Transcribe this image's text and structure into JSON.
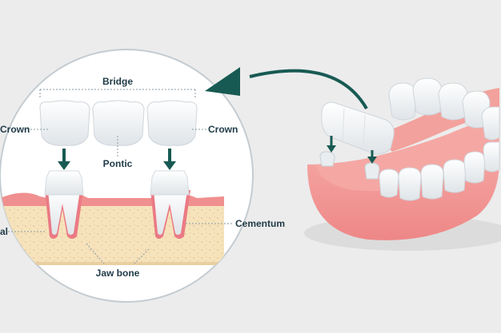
{
  "labels": {
    "bridge": "Bridge",
    "crown_left": "Crown",
    "crown_right": "Crown",
    "pontic": "Pontic",
    "canal": "al",
    "cementum": "Cementum",
    "jaw_bone": "Jaw bone"
  },
  "colors": {
    "background": "#ececec",
    "circle_fill": "#ffffff",
    "circle_stroke": "#bfc7cc",
    "arrow": "#175a53",
    "gum": "#f08f8f",
    "gum_light": "#f7b2ad",
    "bone": "#f6e2bb",
    "tooth": "#f3f5f7",
    "label_text": "#1f3b47"
  }
}
